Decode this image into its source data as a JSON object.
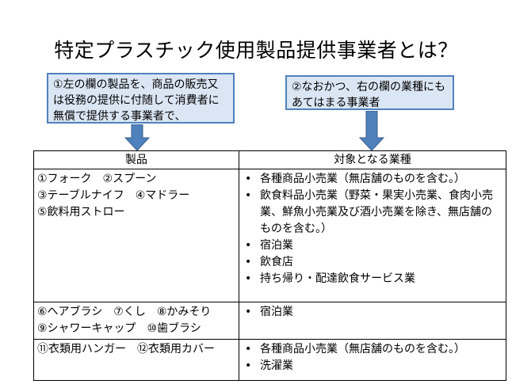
{
  "title": "特定プラスチック使用製品提供事業者とは？",
  "callouts": {
    "left": "①左の欄の製品を、商品の販売又は役務の提供に付随して消費者に無償で提供する事業者で、",
    "right": "②なおかつ、右の欄の業種にもあてはまる事業者"
  },
  "table": {
    "headers": [
      "製品",
      "対象となる業種"
    ],
    "rows": [
      {
        "products": [
          "①フォーク　②スプーン",
          "③テーブルナイフ　④マドラー",
          "⑤飲料用ストロー"
        ],
        "industries": [
          "各種商品小売業（無店舗のものを含む。）",
          "飲食料品小売業（野菜・果実小売業、食肉小売業、鮮魚小売業及び酒小売業を除き、無店舗のものを含む。）",
          "宿泊業",
          "飲食店",
          "持ち帰り・配達飲食サービス業"
        ]
      },
      {
        "products": [
          "⑥ヘアブラシ　⑦くし　⑧かみそり",
          "⑨シャワーキャップ　⑩歯ブラシ"
        ],
        "industries": [
          "宿泊業"
        ]
      },
      {
        "products": [
          "⑪衣類用ハンガー　⑫衣類用カバー"
        ],
        "industries": [
          "各種商品小売業（無店舗のものを含む。）",
          "洗濯業"
        ]
      }
    ]
  },
  "colors": {
    "callout_fill": "#dbe6f4",
    "callout_border": "#4f81bd",
    "arrow": "#4f81bd"
  },
  "bullet": "•"
}
